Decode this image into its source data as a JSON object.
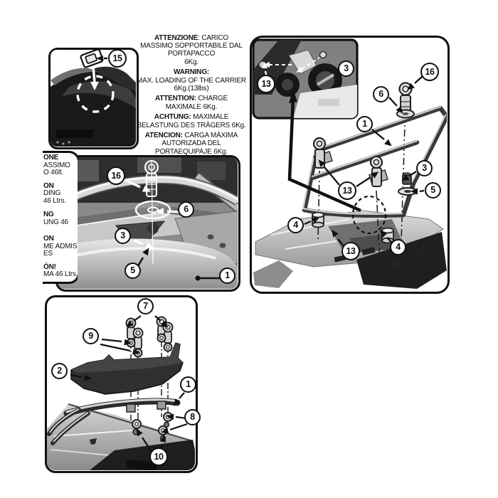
{
  "warning": {
    "l0b": "ATTENZIONE",
    "l0r": ": CARICO",
    "l1": "MASSIMO SOPPORTABILE DAL",
    "l2": "PORTAPACCO",
    "l3": "6Kg.",
    "l4b": "WARNING:",
    "l5": "MAX. LOADING OF THE CARRIER",
    "l6": "6Kg.(13lbs)",
    "l7b": "ATTENTION:",
    "l7r": " CHARGE",
    "l8": "MAXIMALE 6Kg.",
    "l9b": "ACHTUNG:",
    "l9r": " MAXIMALE",
    "l10": "BELASTUNG DES TRÄGERS 6Kg.",
    "l11b": "ATENCION:",
    "l11r": " CARGA MÀXIMA",
    "l12": "AUTORIZADA DEL",
    "l13": "PORTAEQUIPAJE 6Kg."
  },
  "side_note": {
    "f0b": "ONE",
    "f1": "ASSIMO",
    "f2": "O 46lt.",
    "f3b": "ON",
    "f4": "DING",
    "f5": "46 Ltrs.",
    "f6b": "NG",
    "f7": "UNG 46",
    "f8b": "ON",
    "f9": "ME ADMIS",
    "f10": "ES",
    "f11b": "ÓN!",
    "f12": "MA 46 Ltrs."
  },
  "callouts": {
    "top_left": [
      "15"
    ],
    "photo": [
      "16",
      "6",
      "3",
      "5",
      "1"
    ],
    "right": [
      "13",
      "3",
      "16",
      "6",
      "1",
      "13",
      "3",
      "5",
      "4",
      "4",
      "13"
    ],
    "bottom": [
      "7",
      "9",
      "2",
      "1",
      "8",
      "10"
    ]
  },
  "colors": {
    "ink": "#111111",
    "paper": "#ffffff"
  }
}
